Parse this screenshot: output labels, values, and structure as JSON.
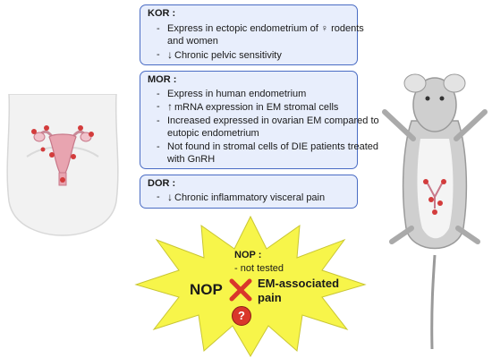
{
  "kor": {
    "title": "KOR :",
    "line1a": "Express in ectopic endometrium of ♀ rodents",
    "line1b": "and women",
    "line2": "Chronic pelvic sensitivity",
    "line2_arrow": "↓"
  },
  "mor": {
    "title": "MOR :",
    "line1": "Express in human endometrium",
    "line2": "mRNA expression in EM stromal cells",
    "line2_arrow": "↑",
    "line3a": "Increased expressed in ovarian EM compared to",
    "line3b": "eutopic endometrium",
    "line4a": "Not found in stromal cells of DIE patients treated",
    "line4b": "with GnRH"
  },
  "dor": {
    "title": "DOR :",
    "line1": "Chronic inflammatory visceral pain",
    "line1_arrow": "↓"
  },
  "nop": {
    "title": "NOP :",
    "status": "- not tested",
    "left_label": "NOP",
    "right_label_1": "EM-associated",
    "right_label_2": "pain",
    "question": "?"
  },
  "colors": {
    "box_fill": "#e8eefc",
    "box_border": "#4a6cc4",
    "burst_fill": "#f7f54a",
    "cross": "#d9372b",
    "question_fill": "#d9372b"
  },
  "icons": [
    "female-pelvis-uterus-illustration",
    "mouse-illustration",
    "red-cross-icon",
    "question-circle-icon",
    "down-arrow-icon",
    "up-arrow-icon"
  ]
}
